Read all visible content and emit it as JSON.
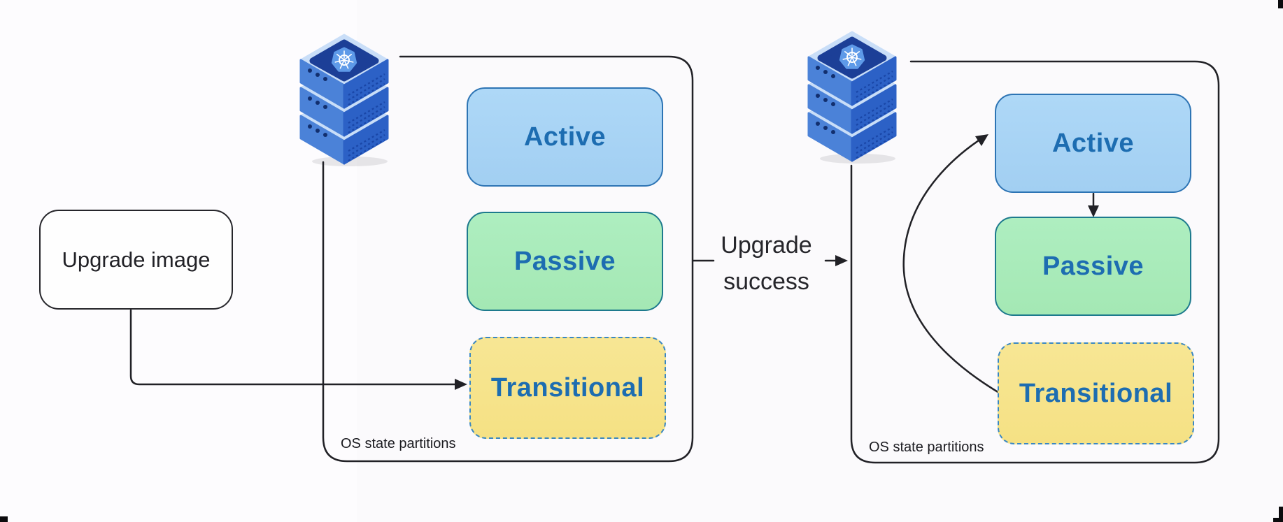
{
  "diagram_title": "OS upgrade state partitions flow",
  "upgrade_image": {
    "label": "Upgrade image"
  },
  "transition_label": {
    "line1": "Upgrade",
    "line2": "success"
  },
  "clusters": {
    "left": {
      "caption": "OS state partitions",
      "partitions": [
        {
          "label": "Active"
        },
        {
          "label": "Passive"
        },
        {
          "label": "Transitional"
        }
      ]
    },
    "right": {
      "caption": "OS state partitions",
      "partitions": [
        {
          "label": "Active"
        },
        {
          "label": "Passive"
        },
        {
          "label": "Transitional"
        }
      ]
    }
  },
  "icons": {
    "server": "kubernetes-server-stack-icon"
  },
  "colors": {
    "background": "#fcfbfd",
    "active_fill": "#a8d4f4",
    "active_border": "#2d74b4",
    "passive_fill": "#a9ecba",
    "passive_border": "#1d7a8d",
    "transitional_fill": "#f6e48b",
    "transitional_border": "#3a87c2",
    "node_text": "#1d6db1",
    "line": "#212126",
    "server_blue_dark": "#2c61c6",
    "server_blue_mid": "#4b82d8",
    "server_blue_light": "#c9def8",
    "kubernetes_navy": "#1c3f97"
  },
  "arrows": [
    "upgrade-image to left transitional",
    "left cluster to upgrade success",
    "upgrade success to right cluster",
    "right active to right passive",
    "right transitional to right active"
  ]
}
